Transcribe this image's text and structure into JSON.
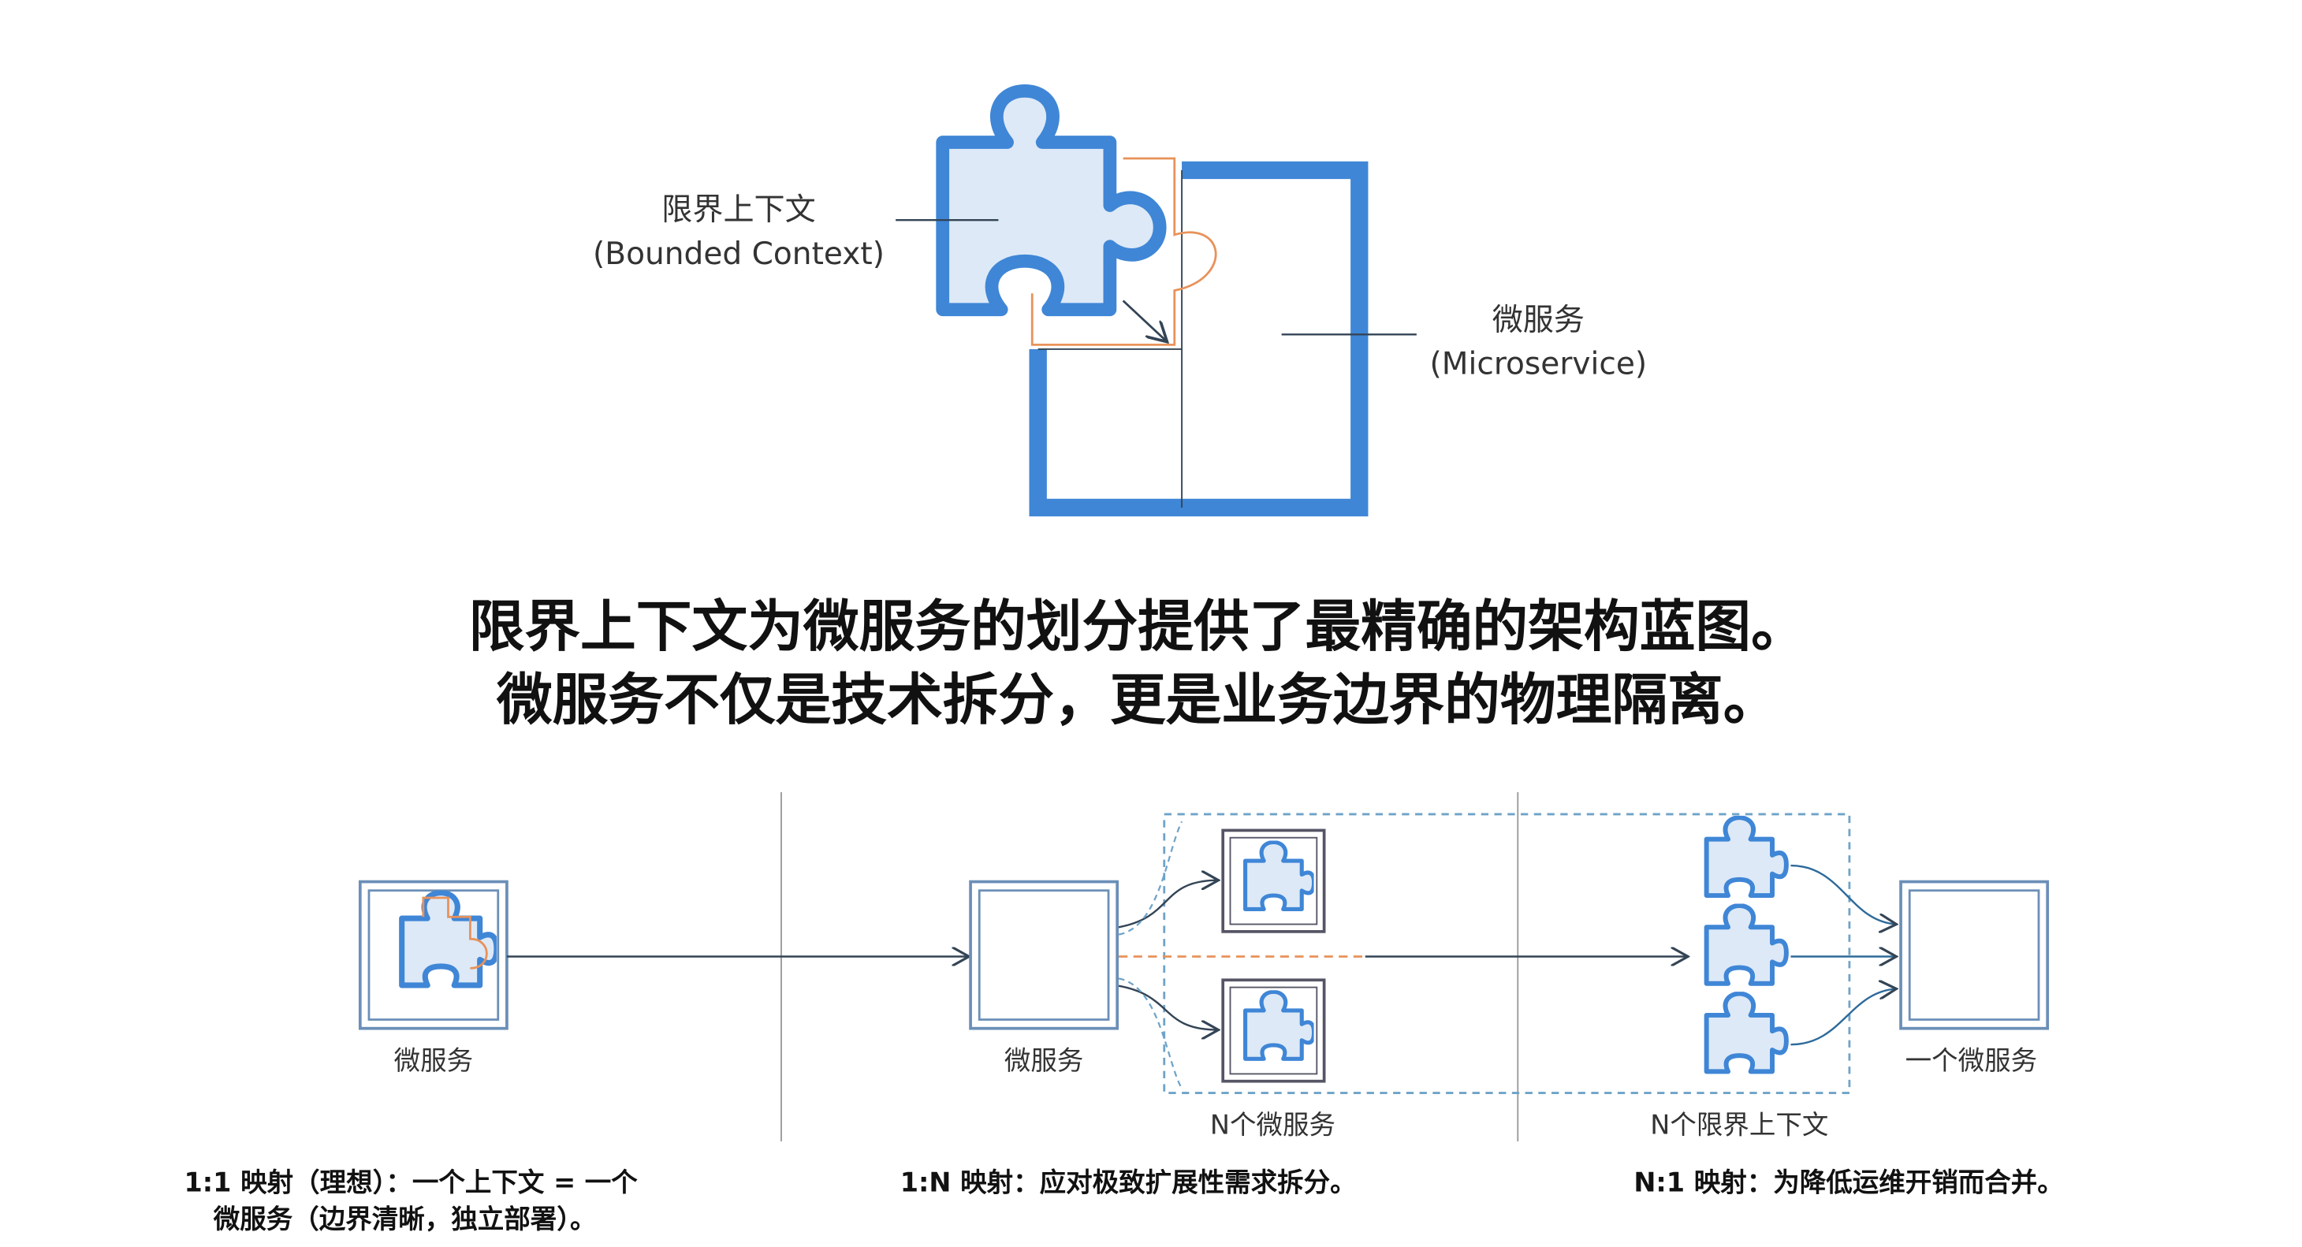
{
  "top": {
    "bc_label": "限界上下文",
    "bc_label_en": "(Bounded Context)",
    "ms_label": "微服务",
    "ms_label_en": "(Microservice)"
  },
  "headline": {
    "line1": "限界上下文为微服务的划分提供了最精确的架构蓝图。",
    "line2": "微服务不仅是技术拆分，更是业务边界的物理隔离。"
  },
  "panels": [
    {
      "service_label": "微服务",
      "caption_line1": "1:1 映射（理想）：一个上下文 = 一个",
      "caption_line2": "微服务（边界清晰，独立部署）。"
    },
    {
      "service_label": "微服务",
      "group_label": "N个微服务",
      "caption_line1": "1:N 映射：应对极致扩展性需求拆分。"
    },
    {
      "service_label": "一个微服务",
      "group_label": "N个限界上下文",
      "caption_line1": "N:1 映射：为降低运维开销而合并。"
    }
  ],
  "colors": {
    "blue": "#3f86d6",
    "fill": "#dde9f7",
    "orange": "#e8925a",
    "line": "#334455"
  }
}
